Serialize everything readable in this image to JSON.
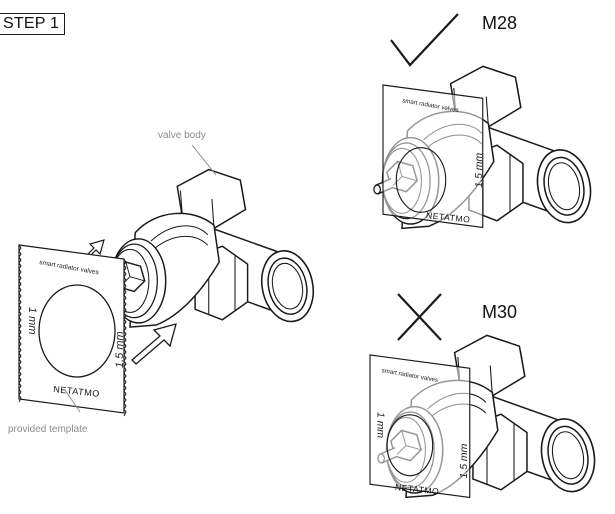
{
  "step_label": "STEP 1",
  "callouts": {
    "valve_body": "valve body",
    "provided_template": "provided template"
  },
  "variants": [
    {
      "size": "M28",
      "verdict_icon": "checkmark-icon",
      "verdict": "correct fit"
    },
    {
      "size": "M30",
      "verdict_icon": "cross-icon",
      "verdict": "incorrect fit"
    }
  ],
  "template": {
    "header": "smart radiator valves",
    "left_gauge": "1 mm",
    "right_gauge": "1.5 mm",
    "brand": "NETATMO"
  },
  "colors": {
    "line": "#1a1a1a",
    "callout": "#8c8c8c",
    "background": "#ffffff"
  }
}
